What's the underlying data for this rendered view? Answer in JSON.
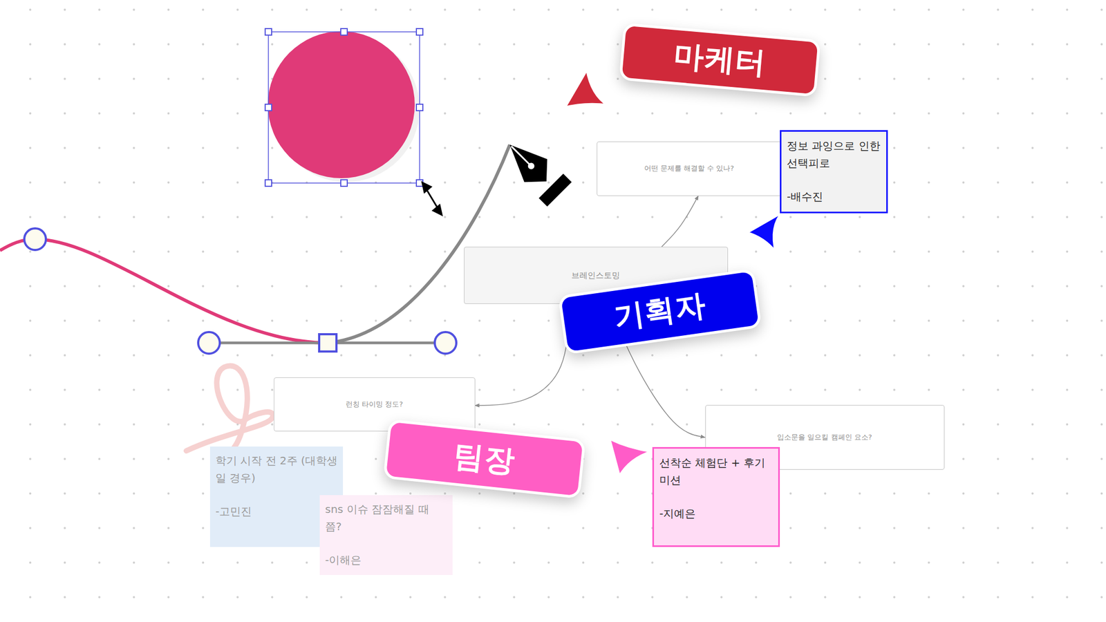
{
  "diagram": {
    "nodes": [
      {
        "text": [
          "마케터"
        ]
      },
      {
        "text": [
          "어떤 문제를 해결할 수 있나?"
        ]
      },
      {
        "text": [
          "정보 과잉으로 인한 선택피로",
          "-배수진"
        ]
      },
      {
        "text": [
          "브레인스토밍"
        ]
      },
      {
        "text": [
          "기획자"
        ]
      },
      {
        "text": [
          "런칭 타이밍 정도?"
        ]
      },
      {
        "text": [
          "입소문을 일으킬 캠페인 요소?"
        ]
      },
      {
        "text": [
          "팀장"
        ]
      },
      {
        "text": [
          "학기 시작 전 2주 (대학생일 경우)",
          "-고민진"
        ]
      },
      {
        "text": [
          "선착순 체험단 + 후기 미션",
          "-지예은"
        ]
      },
      {
        "text": [
          "sns 이슈 잠잠해질 때 쯤?",
          "-이해은"
        ]
      }
    ],
    "edges": [
      {
        "from": 3,
        "to": 1,
        "arrow": "to"
      },
      {
        "from": 3,
        "to": 5,
        "arrow": "to"
      },
      {
        "from": 3,
        "to": 6,
        "arrow": "to"
      }
    ]
  }
}
